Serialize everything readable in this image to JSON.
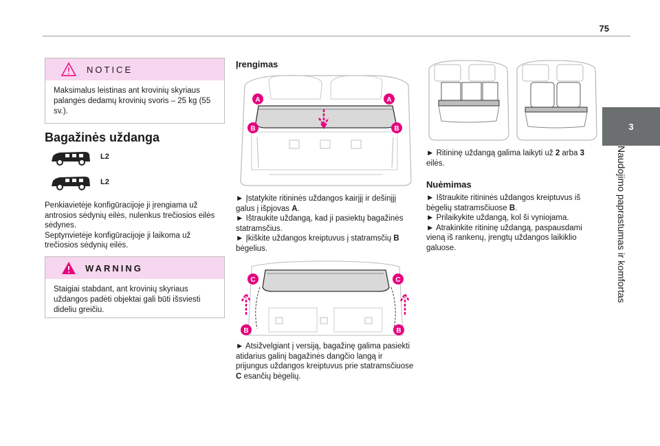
{
  "page_number": "75",
  "side_tab": {
    "number": "3",
    "title": "Naudojimo paprastumas ir komfortas"
  },
  "notice": {
    "label": "NOTICE",
    "text": "Maksimalus leistinas ant krovinių skyriaus palangės dedamų krovinių svoris – 25 kg (55 sv.)."
  },
  "section": {
    "title": "Bagažinės uždanga",
    "versions": [
      "L2",
      "L2"
    ],
    "body_1": "Penkiavietėje konfigūracijoje ji įrengiama už antrosios sėdynių eilės, nulenkus trečiosios eilės sėdynes.",
    "body_2": "Septynvietėje konfigūracijoje ji laikoma už trečiosios sėdynių eilės."
  },
  "warning": {
    "label": "WARNING",
    "text": "Staigiai stabdant, ant krovinių skyriaus uždangos padėti objektai gali būti išsviesti dideliu greičiu."
  },
  "install": {
    "title": "Įrengimas",
    "step1": "► Įstatykite ritininės uždangos kairįjį ir dešinįjį galus į išpjovas ",
    "step1_ref": "A",
    "step2": "► Ištraukite uždangą, kad ji pasiektų bagažinės statramsčius.",
    "step3": "► Įkiškite uždangos kreiptuvus į statramsčių ",
    "step3_ref": "B",
    "step3_end": " bėgelius.",
    "step4": "► Atsižvelgiant į versiją, bagažinę galima pasiekti atidarius galinį bagažinės dangčio langą ir prijungus uždangos kreiptuvus prie statramsčiuose ",
    "step4_ref": "C",
    "step4_end": " esančių bėgelių.",
    "markers": {
      "a": "A",
      "b": "B",
      "c": "C"
    }
  },
  "storage": {
    "text_1": "► Ritininę uždangą galima laikyti už ",
    "text_n1": "2",
    "text_mid": " arba ",
    "text_n2": "3",
    "text_end": " eilės."
  },
  "removal": {
    "title": "Nuėmimas",
    "step1": "► Ištraukite ritininės uždangos kreiptuvus iš bėgelių statramsčiuose ",
    "step1_ref": "B",
    "step2": "► Prilaikykite uždangą, kol ši vyniojama.",
    "step3": "► Atrakinkite ritininę uždangą, paspausdami vieną iš rankenų, įrengtų uždangos laikiklio galuose."
  },
  "colors": {
    "accent": "#e6007e",
    "notice_bg": "#f7d6ef",
    "tab_bg": "#6b6f70"
  }
}
